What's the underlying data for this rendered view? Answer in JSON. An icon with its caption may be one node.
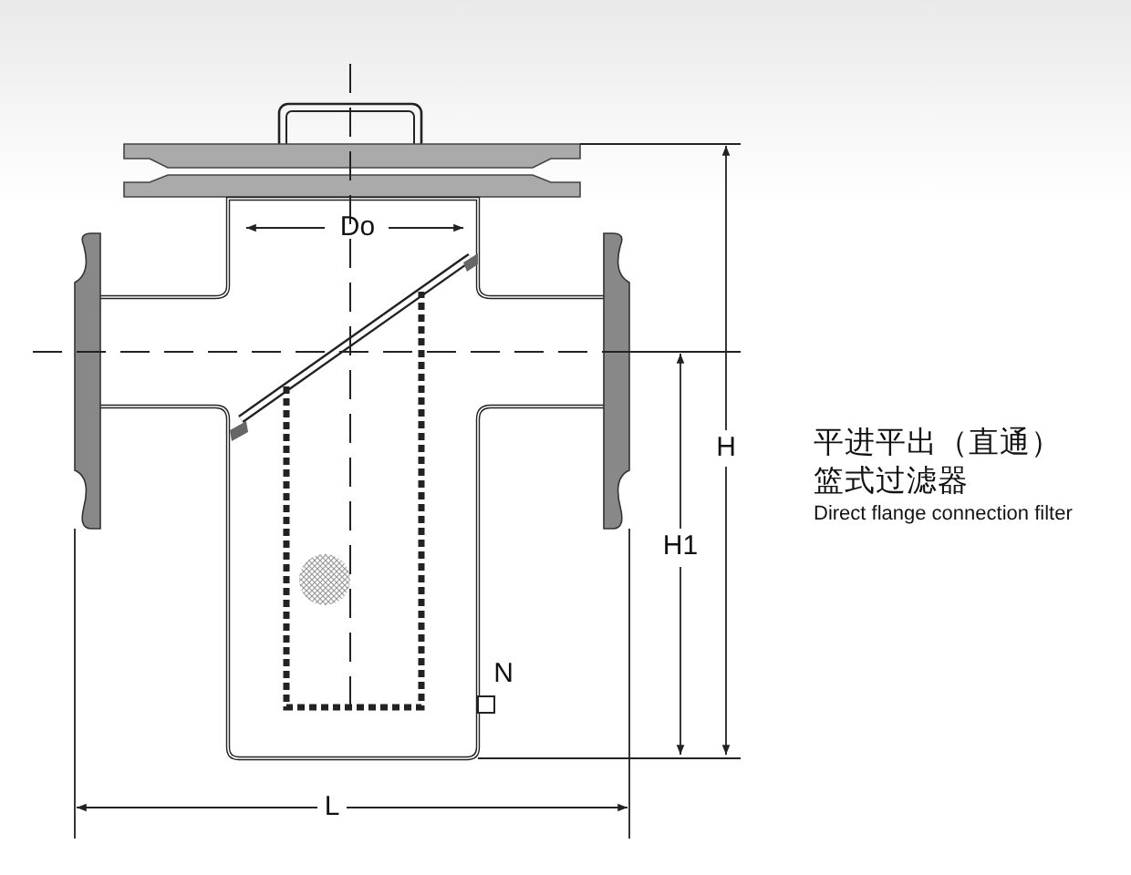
{
  "diagram": {
    "title": "平进平出（直通）篮式过滤器",
    "caption": "Direct flange connection filter",
    "labels": [
      "Do",
      "N",
      "H",
      "H1",
      "L"
    ]
  }
}
